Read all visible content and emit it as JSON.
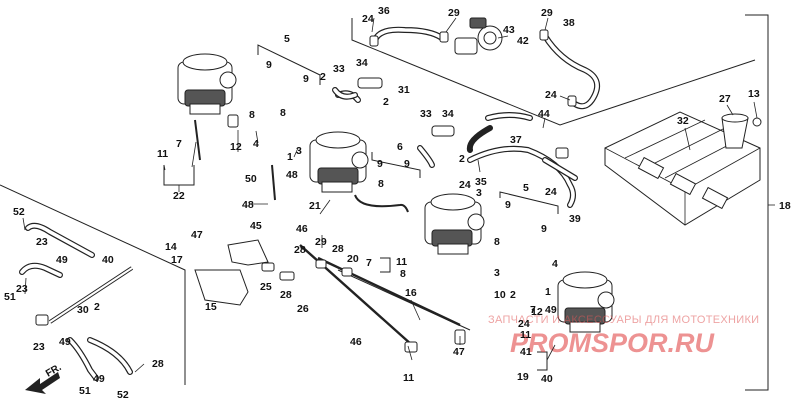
{
  "watermark": {
    "line1": "ЗАПЧАСТИ И АКСЕССУАРЫ ДЛЯ МОТОТЕХНИКИ",
    "line2": "PROMSPOR.RU"
  },
  "direction_label": "FR.",
  "callouts": [
    {
      "id": "c1",
      "t": "24"
    },
    {
      "id": "c2",
      "t": "36"
    },
    {
      "id": "c3",
      "t": "29"
    },
    {
      "id": "c4",
      "t": "43"
    },
    {
      "id": "c5",
      "t": "42"
    },
    {
      "id": "c6",
      "t": "29"
    },
    {
      "id": "c7",
      "t": "38"
    },
    {
      "id": "c8",
      "t": "24"
    },
    {
      "id": "c9",
      "t": "5"
    },
    {
      "id": "c10",
      "t": "9"
    },
    {
      "id": "c11",
      "t": "9"
    },
    {
      "id": "c12",
      "t": "33"
    },
    {
      "id": "c13",
      "t": "34"
    },
    {
      "id": "c14",
      "t": "2"
    },
    {
      "id": "c15",
      "t": "31"
    },
    {
      "id": "c16",
      "t": "2"
    },
    {
      "id": "c17",
      "t": "33"
    },
    {
      "id": "c18",
      "t": "34"
    },
    {
      "id": "c19",
      "t": "44"
    },
    {
      "id": "c20",
      "t": "27"
    },
    {
      "id": "c21",
      "t": "13"
    },
    {
      "id": "c22",
      "t": "32"
    },
    {
      "id": "c23",
      "t": "8"
    },
    {
      "id": "c24",
      "t": "8"
    },
    {
      "id": "c25",
      "t": "11"
    },
    {
      "id": "c26",
      "t": "7"
    },
    {
      "id": "c27",
      "t": "12"
    },
    {
      "id": "c28",
      "t": "4"
    },
    {
      "id": "c29",
      "t": "3"
    },
    {
      "id": "c30",
      "t": "1"
    },
    {
      "id": "c31",
      "t": "37"
    },
    {
      "id": "c32",
      "t": "6"
    },
    {
      "id": "c33",
      "t": "9"
    },
    {
      "id": "c34",
      "t": "9"
    },
    {
      "id": "c35",
      "t": "8"
    },
    {
      "id": "c36",
      "t": "2"
    },
    {
      "id": "c37",
      "t": "24"
    },
    {
      "id": "c38",
      "t": "35"
    },
    {
      "id": "c39",
      "t": "5"
    },
    {
      "id": "c40",
      "t": "24"
    },
    {
      "id": "c41",
      "t": "39"
    },
    {
      "id": "c42",
      "t": "22"
    },
    {
      "id": "c43",
      "t": "50"
    },
    {
      "id": "c44",
      "t": "48"
    },
    {
      "id": "c45",
      "t": "48"
    },
    {
      "id": "c46",
      "t": "21"
    },
    {
      "id": "c47",
      "t": "9"
    },
    {
      "id": "c48",
      "t": "9"
    },
    {
      "id": "c49",
      "t": "18"
    },
    {
      "id": "c50",
      "t": "45"
    },
    {
      "id": "c51",
      "t": "47"
    },
    {
      "id": "c52",
      "t": "46"
    },
    {
      "id": "c53",
      "t": "29"
    },
    {
      "id": "c54",
      "t": "14"
    },
    {
      "id": "c55",
      "t": "17"
    },
    {
      "id": "c56",
      "t": "28"
    },
    {
      "id": "c57",
      "t": "28"
    },
    {
      "id": "c58",
      "t": "20"
    },
    {
      "id": "c59",
      "t": "7"
    },
    {
      "id": "c60",
      "t": "11"
    },
    {
      "id": "c61",
      "t": "8"
    },
    {
      "id": "c62",
      "t": "8"
    },
    {
      "id": "c63",
      "t": "3"
    },
    {
      "id": "c64",
      "t": "4"
    },
    {
      "id": "c65",
      "t": "10"
    },
    {
      "id": "c66",
      "t": "2"
    },
    {
      "id": "c67",
      "t": "1"
    },
    {
      "id": "c68",
      "t": "12"
    },
    {
      "id": "c69",
      "t": "49"
    },
    {
      "id": "c70",
      "t": "52"
    },
    {
      "id": "c71",
      "t": "23"
    },
    {
      "id": "c72",
      "t": "49"
    },
    {
      "id": "c73",
      "t": "51"
    },
    {
      "id": "c74",
      "t": "23"
    },
    {
      "id": "c75",
      "t": "40"
    },
    {
      "id": "c76",
      "t": "2"
    },
    {
      "id": "c77",
      "t": "30"
    },
    {
      "id": "c78",
      "t": "23"
    },
    {
      "id": "c79",
      "t": "49"
    },
    {
      "id": "c80",
      "t": "51"
    },
    {
      "id": "c81",
      "t": "49"
    },
    {
      "id": "c82",
      "t": "52"
    },
    {
      "id": "c83",
      "t": "28"
    },
    {
      "id": "c84",
      "t": "25"
    },
    {
      "id": "c85",
      "t": "28"
    },
    {
      "id": "c86",
      "t": "26"
    },
    {
      "id": "c87",
      "t": "15"
    },
    {
      "id": "c88",
      "t": "16"
    },
    {
      "id": "c89",
      "t": "46"
    },
    {
      "id": "c90",
      "t": "47"
    },
    {
      "id": "c91",
      "t": "11"
    },
    {
      "id": "c92",
      "t": "41"
    },
    {
      "id": "c93",
      "t": "19"
    },
    {
      "id": "c94",
      "t": "40"
    },
    {
      "id": "c95",
      "t": "7"
    },
    {
      "id": "c96",
      "t": "11"
    },
    {
      "id": "c97",
      "t": "24"
    },
    {
      "id": "c98",
      "t": "3"
    }
  ]
}
